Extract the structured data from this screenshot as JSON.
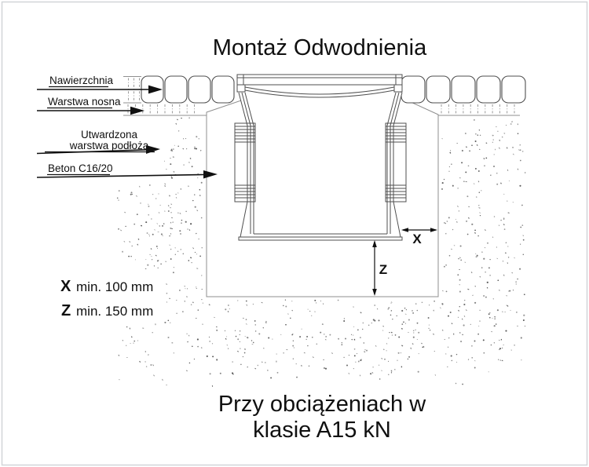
{
  "title": "Montaż Odwodnienia",
  "caption": {
    "line1": "Przy obciążeniach w",
    "line2": "klasie A15 kN"
  },
  "callouts": {
    "surface": "Nawierzchnia",
    "bearing": "Warstwa nosna",
    "subbase_line1": "Utwardzona",
    "subbase_line2": "warstwa podłoża",
    "concrete": "Beton C16/20"
  },
  "dimensions": {
    "x_symbol": "X",
    "x_value": "min. 100 mm",
    "z_symbol": "Z",
    "z_value": "min. 150 mm"
  },
  "colors": {
    "ink": "#101010",
    "drawing_line": "#4f4f4f",
    "light_line": "#8f8f8f",
    "hatch_line": "#b5b5b5",
    "stipple_dot": "#707070",
    "page_border": "#d2d5d8",
    "background": "#ffffff"
  }
}
